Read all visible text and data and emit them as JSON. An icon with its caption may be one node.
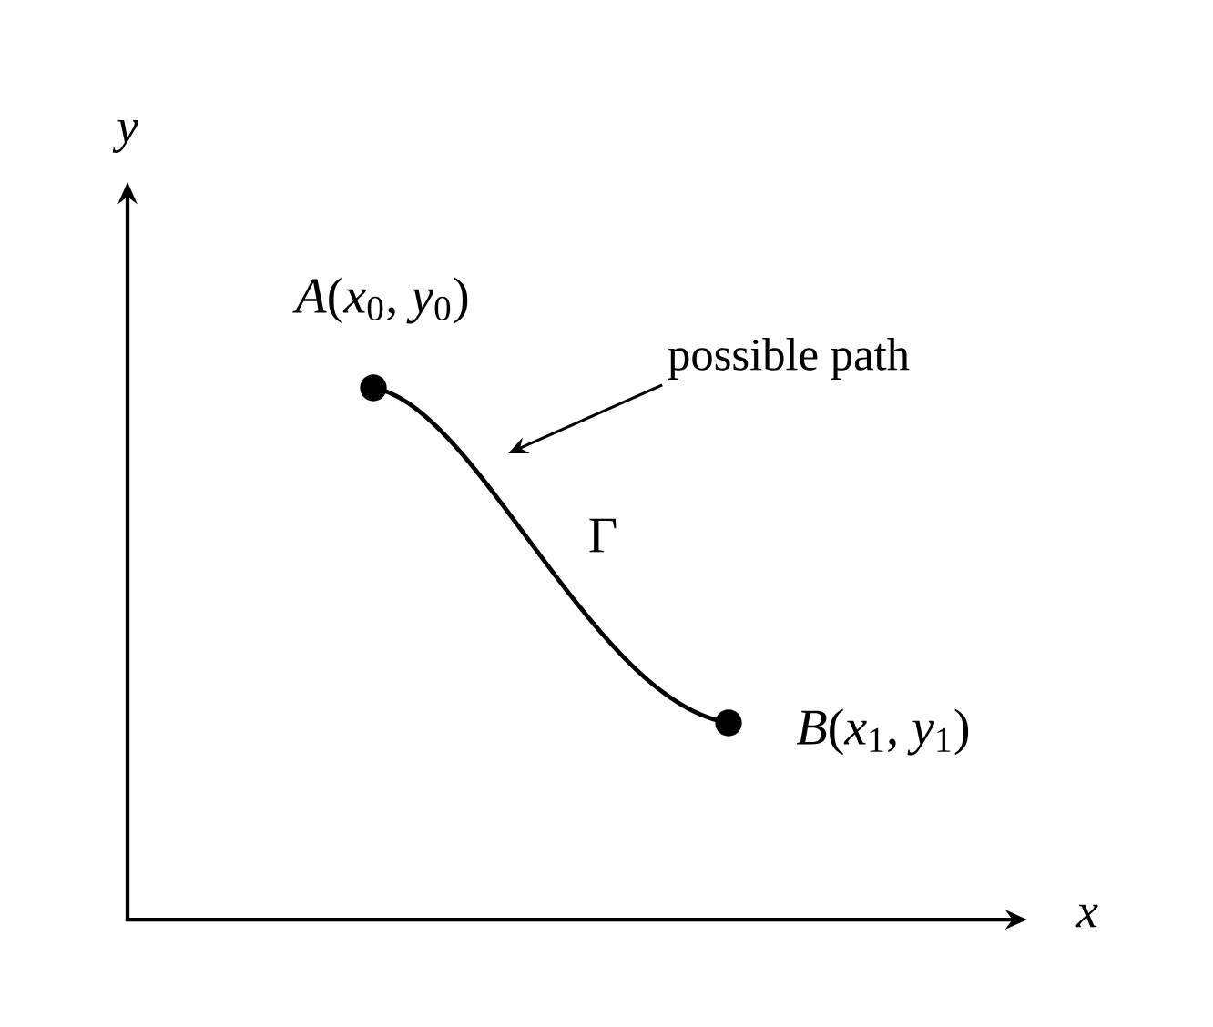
{
  "diagram": {
    "nodes": [
      {
        "text": [],
        "shape": "circle",
        "beside": [
          "*A*(*x*$_{0}$, *y*$_{0}$)"
        ]
      },
      {
        "text": [],
        "shape": "circle",
        "beside": [
          "*B*(*x*$_{1}$, *y*$_{1}$)"
        ]
      },
      {
        "text": [
          "possible path"
        ]
      }
    ],
    "edges": [
      {
        "from": 0,
        "to": 1,
        "arrow": "none",
        "label": "Γ"
      },
      {
        "from": 2,
        "to": null,
        "arrow": "to"
      }
    ],
    "labels": [
      "y",
      "x"
    ]
  }
}
